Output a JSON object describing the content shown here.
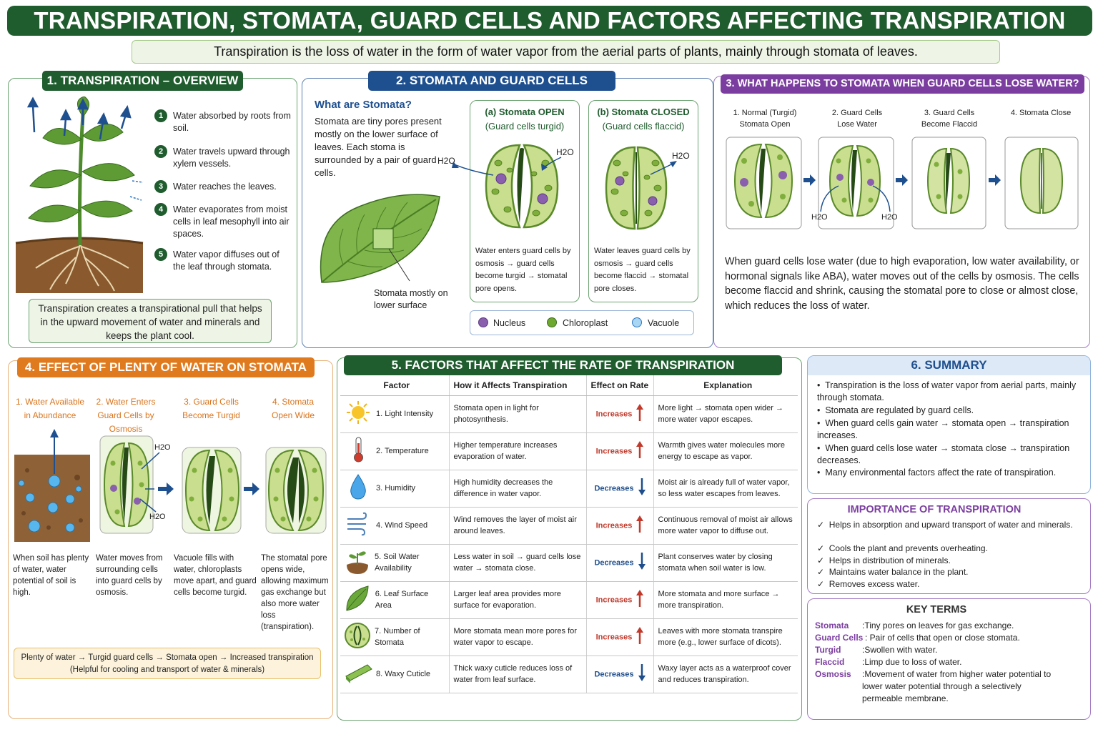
{
  "title": "TRANSPIRATION, STOMATA, GUARD CELLS AND FACTORS AFFECTING TRANSPIRATION",
  "definition": "Transpiration is the loss of water in the form of water vapor from the aerial parts of plants, mainly through stomata of leaves.",
  "colors": {
    "green": "#1f5c2e",
    "blue": "#1e4f8f",
    "purple": "#7b3ea0",
    "orange": "#e07a1e",
    "light_green": "#c9de8e"
  },
  "panel1": {
    "heading": "1. TRANSPIRATION – OVERVIEW",
    "steps": [
      {
        "num": "1",
        "text": "Water absorbed by roots from soil."
      },
      {
        "num": "2",
        "text": "Water travels upward through xylem vessels."
      },
      {
        "num": "3",
        "text": "Water reaches the leaves."
      },
      {
        "num": "4",
        "text": "Water evaporates from moist cells in leaf mesophyll into air spaces."
      },
      {
        "num": "5",
        "text": "Water vapor diffuses out of the leaf through stomata."
      }
    ],
    "pull_note": "Transpiration creates a transpirational pull that helps in the upward movement of water and minerals and keeps the plant cool."
  },
  "panel2": {
    "heading": "2. STOMATA AND GUARD CELLS",
    "subheading": "What are Stomata?",
    "description": "Stomata are tiny pores present mostly on the lower surface of leaves. Each stoma is surrounded by a pair of guard cells.",
    "leaf_label": "Stomata mostly on lower surface",
    "h2o": "H2O",
    "open": {
      "title": "(a) Stomata OPEN",
      "subtitle": "(Guard cells turgid)",
      "text": "Water enters guard cells by osmosis → guard cells become turgid → stomatal pore opens."
    },
    "closed": {
      "title": "(b) Stomata CLOSED",
      "subtitle": "(Guard cells flaccid)",
      "text": "Water leaves guard cells by osmosis → guard cells become flaccid → stomatal pore closes."
    },
    "legend": [
      "Nucleus",
      "Chloroplast",
      "Vacuole"
    ]
  },
  "panel3": {
    "heading": "3. WHAT HAPPENS TO STOMATA WHEN GUARD CELLS LOSE WATER?",
    "stages": [
      "1. Normal (Turgid) Stomata Open",
      "2. Guard Cells Lose Water",
      "3. Guard Cells Become Flaccid",
      "4. Stomata Close"
    ],
    "text": "When guard cells lose water (due to high evaporation, low water availability, or hormonal signals like ABA), water moves out of the cells by osmosis. The cells become flaccid and shrink, causing the stomatal pore to close or almost close, which reduces the loss of water."
  },
  "panel4": {
    "heading": "4. EFFECT OF PLENTY OF WATER ON STOMATA",
    "stages": [
      "1. Water Available in Abundance",
      "2. Water Enters Guard Cells by Osmosis",
      "3. Guard Cells Become Turgid",
      "4. Stomata Open Wide"
    ],
    "notes": [
      "When soil has plenty of water, water potential of soil is high.",
      "Water moves from surrounding cells into guard cells by osmosis.",
      "Vacuole fills with water, chloroplasts move apart, and guard cells become turgid.",
      "The stomatal pore opens wide, allowing maximum gas exchange but also more water loss (transpiration)."
    ],
    "summary_line1": "Plenty of water → Turgid guard cells → Stomata open → Increased transpiration",
    "summary_line2": "(Helpful for cooling and transport of water & minerals)"
  },
  "panel5": {
    "heading": "5. FACTORS THAT AFFECT THE RATE OF TRANSPIRATION",
    "columns": [
      "Factor",
      "How it Affects Transpiration",
      "Effect on Rate",
      "Explanation"
    ],
    "rows": [
      {
        "icon": "sun-icon",
        "factor": "1. Light Intensity",
        "how": "Stomata open in light for photosynthesis.",
        "effect": "Increases",
        "dir": "up",
        "explanation": "More light → stomata open wider → more water vapor escapes."
      },
      {
        "icon": "thermometer-icon",
        "factor": "2. Temperature",
        "how": "Higher temperature increases evaporation of water.",
        "effect": "Increases",
        "dir": "up",
        "explanation": "Warmth gives water molecules more energy to escape as vapor."
      },
      {
        "icon": "water-drop-icon",
        "factor": "3. Humidity",
        "how": "High humidity decreases the difference in water vapor.",
        "effect": "Decreases",
        "dir": "down",
        "explanation": "Moist air is already full of water vapor, so less water escapes from leaves."
      },
      {
        "icon": "wind-icon",
        "factor": "4. Wind Speed",
        "how": "Wind removes the layer of moist air around leaves.",
        "effect": "Increases",
        "dir": "up",
        "explanation": "Continuous removal of moist air allows more water vapor to diffuse out."
      },
      {
        "icon": "soil-sprout-icon",
        "factor": "5. Soil Water Availability",
        "how": "Less water in soil → guard cells lose water → stomata close.",
        "effect": "Decreases",
        "dir": "down",
        "explanation": "Plant conserves water by closing stomata when soil water is low."
      },
      {
        "icon": "leaf-icon",
        "factor": "6. Leaf Surface Area",
        "how": "Larger leaf area provides more surface for evaporation.",
        "effect": "Increases",
        "dir": "up",
        "explanation": "More stomata and more surface → more transpiration."
      },
      {
        "icon": "stoma-icon",
        "factor": "7. Number of Stomata",
        "how": "More stomata mean more pores for water vapor to escape.",
        "effect": "Increases",
        "dir": "up",
        "explanation": "Leaves with more stomata transpire more (e.g., lower surface of dicots)."
      },
      {
        "icon": "cuticle-icon",
        "factor": "8. Waxy Cuticle",
        "how": "Thick waxy cuticle reduces loss of water from leaf surface.",
        "effect": "Decreases",
        "dir": "down",
        "explanation": "Waxy layer acts as a waterproof cover and reduces transpiration."
      }
    ]
  },
  "panel6": {
    "heading": "6. SUMMARY",
    "bullets": [
      "Transpiration is the loss of water vapor from aerial parts, mainly through stomata.",
      "Stomata are regulated by guard cells.",
      "When guard cells gain water → stomata open → transpiration increases.",
      "When guard cells lose water → stomata close → transpiration decreases.",
      "Many environmental factors affect the rate of transpiration."
    ]
  },
  "importance": {
    "heading": "IMPORTANCE OF TRANSPIRATION",
    "items": [
      "Helps in absorption and upward transport of water and minerals.",
      "Cools the plant and prevents overheating.",
      "Helps in distribution of minerals.",
      "Maintains water balance in the plant.",
      "Removes excess water."
    ]
  },
  "key_terms": {
    "heading": "KEY TERMS",
    "terms": [
      {
        "term": "Stomata",
        "def": ":Tiny pores on leaves for gas exchange."
      },
      {
        "term": "Guard Cells",
        "def": ": Pair of cells that open or close stomata."
      },
      {
        "term": "Turgid",
        "def": ":Swollen with water."
      },
      {
        "term": "Flaccid",
        "def": ":Limp due to loss of water."
      },
      {
        "term": "Osmosis",
        "def": ":Movement of water from higher water potential to lower water potential through a selectively permeable membrane."
      }
    ]
  }
}
